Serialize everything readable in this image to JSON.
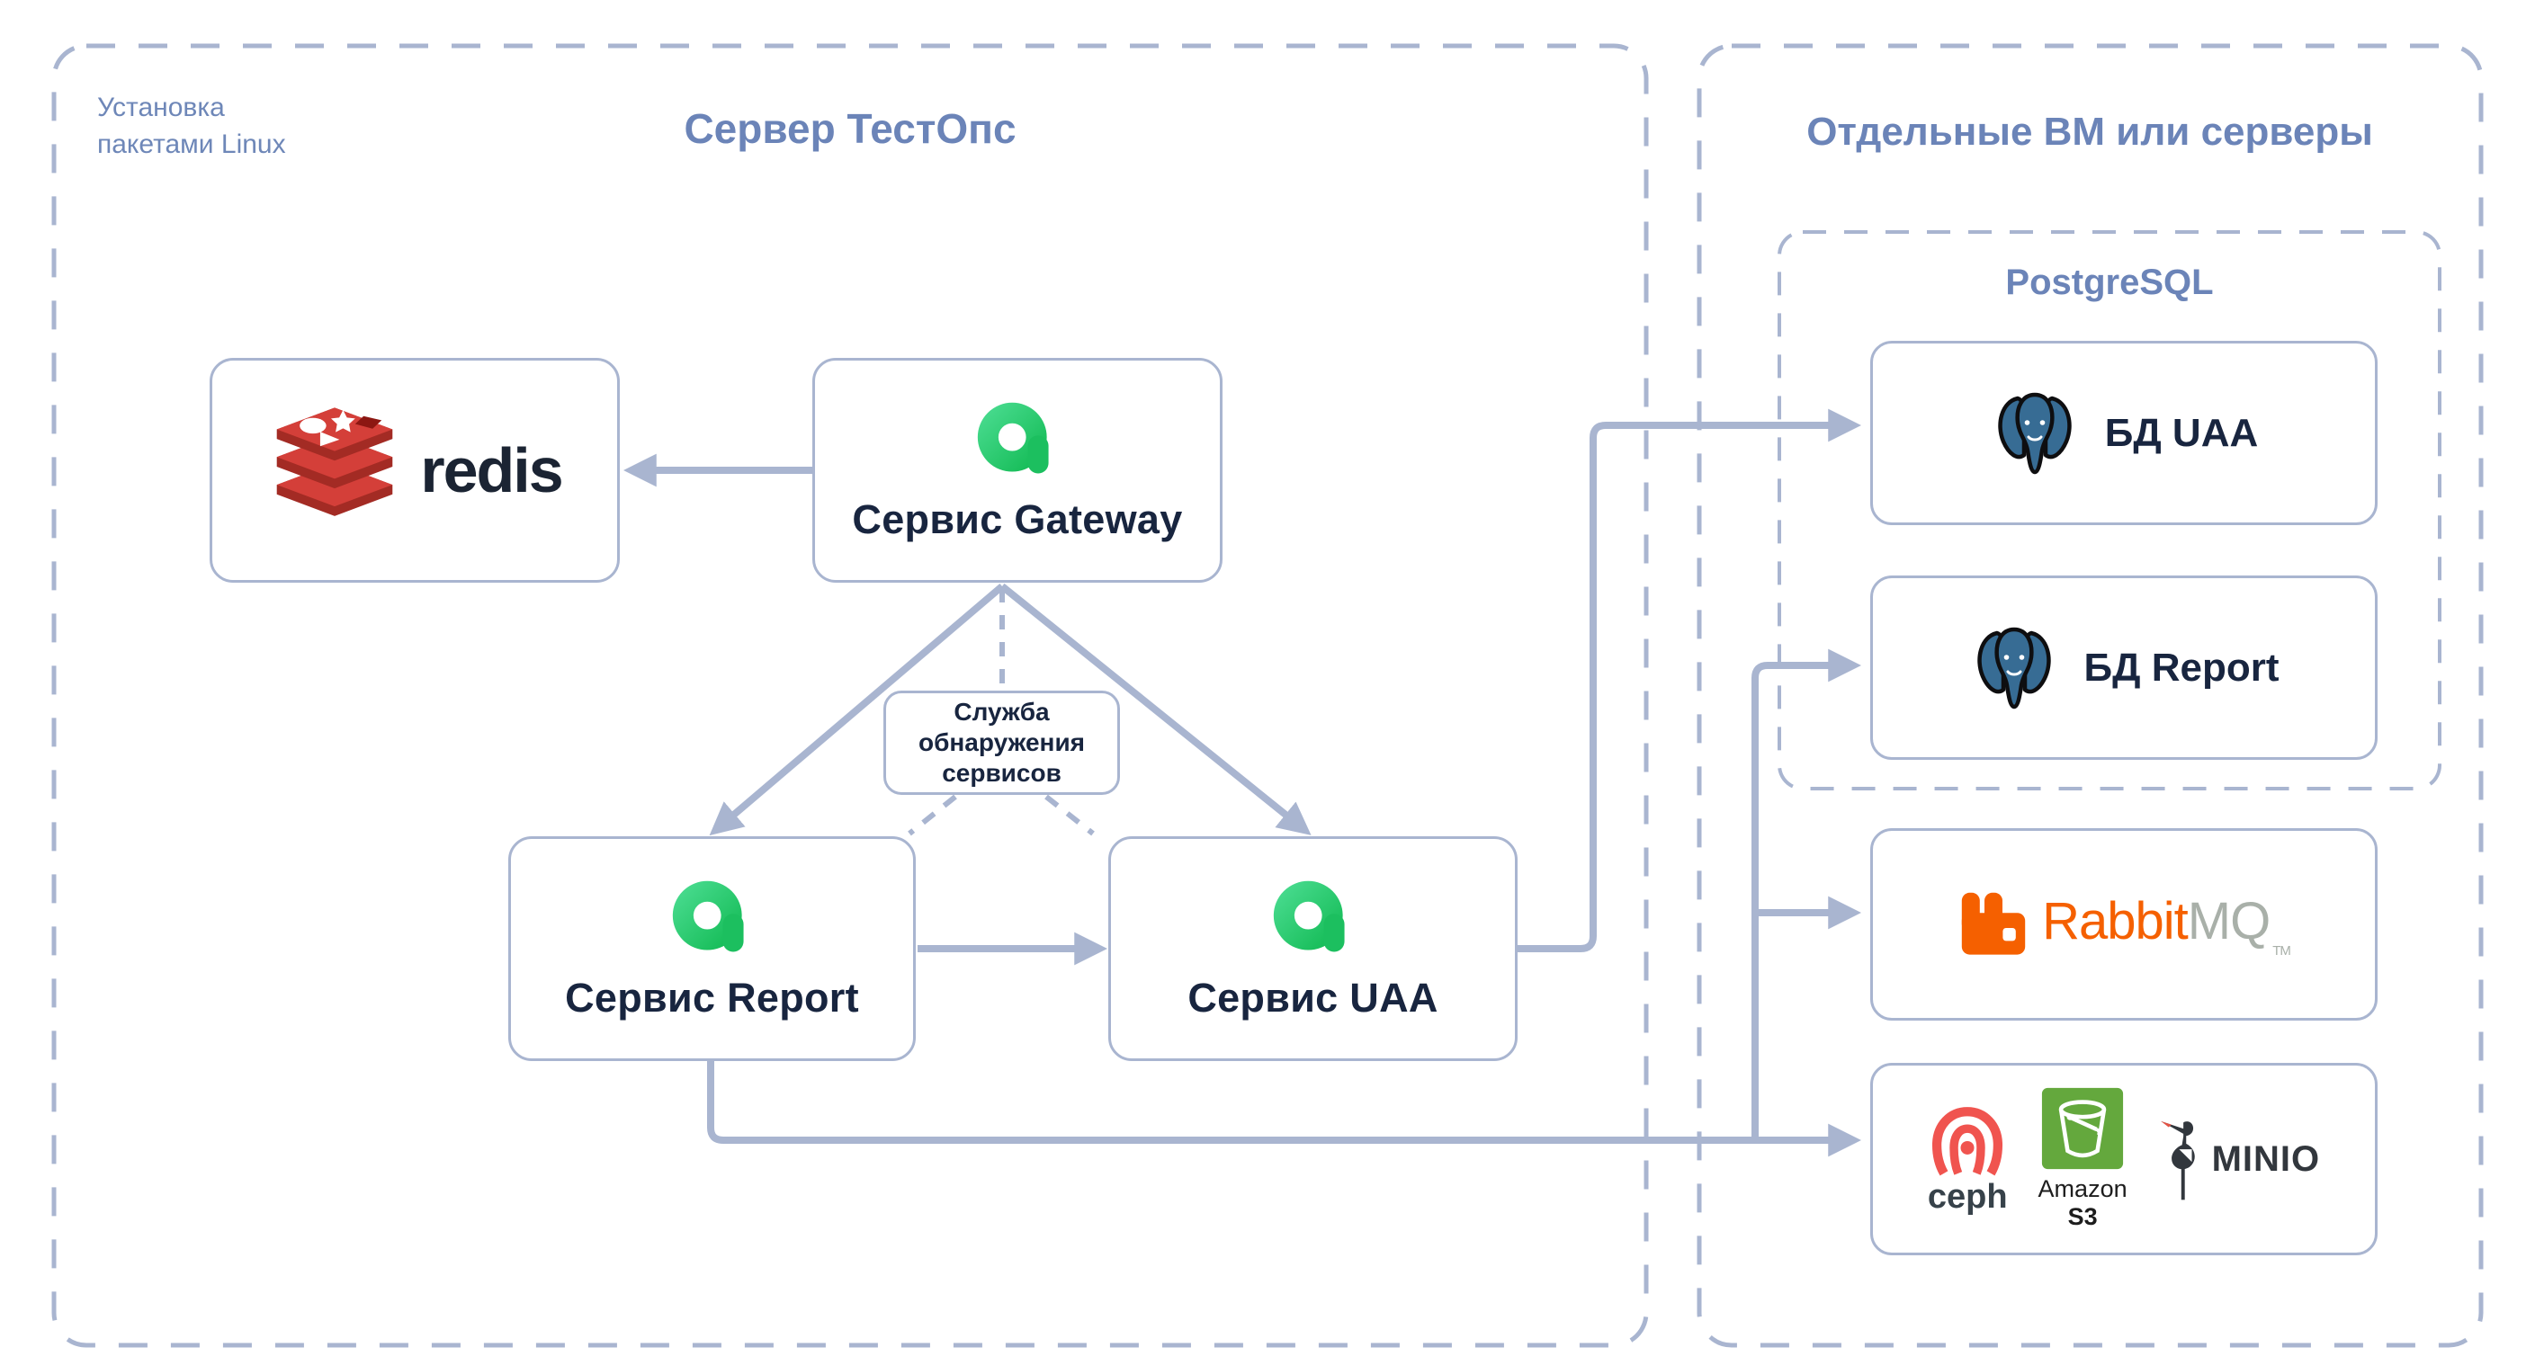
{
  "left_panel": {
    "note_line1": "Установка",
    "note_line2": "пакетами Linux",
    "title": "Сервер ТестОпс"
  },
  "right_panel": {
    "title": "Отдельные ВМ или серверы"
  },
  "nodes": {
    "redis": {
      "label": "redis"
    },
    "gateway": {
      "label": "Сервис Gateway"
    },
    "report": {
      "label": "Сервис Report"
    },
    "uaa": {
      "label": "Сервис UAA"
    },
    "discovery": {
      "line1": "Служба",
      "line2": "обнаружения",
      "line3": "сервисов"
    },
    "postgres": {
      "title": "PostgreSQL"
    },
    "db_uaa": {
      "label": "БД UAA"
    },
    "db_report": {
      "label": "БД Report"
    },
    "rabbitmq": {
      "brand": "Rabbit",
      "suffix": "MQ",
      "trademark": "TM"
    },
    "storage": {
      "ceph_label": "ceph",
      "amazon_line1": "Amazon",
      "amazon_line2": "S3",
      "minio_label": "MINIO"
    }
  },
  "colors": {
    "connector": "#A9B5D0",
    "title_blue": "#6B84B8",
    "text_dark": "#18253F",
    "redis_red": "#D43F39",
    "redis_dark_red": "#A32B24",
    "allure_green": "#1CBF5F",
    "postgres_blue": "#376C94",
    "rabbitmq_orange": "#F56000",
    "rabbitmq_gray": "#A9B0A9",
    "ceph_red": "#F0544F",
    "s3_green": "#64A83D",
    "minio_dark": "#32373D"
  }
}
